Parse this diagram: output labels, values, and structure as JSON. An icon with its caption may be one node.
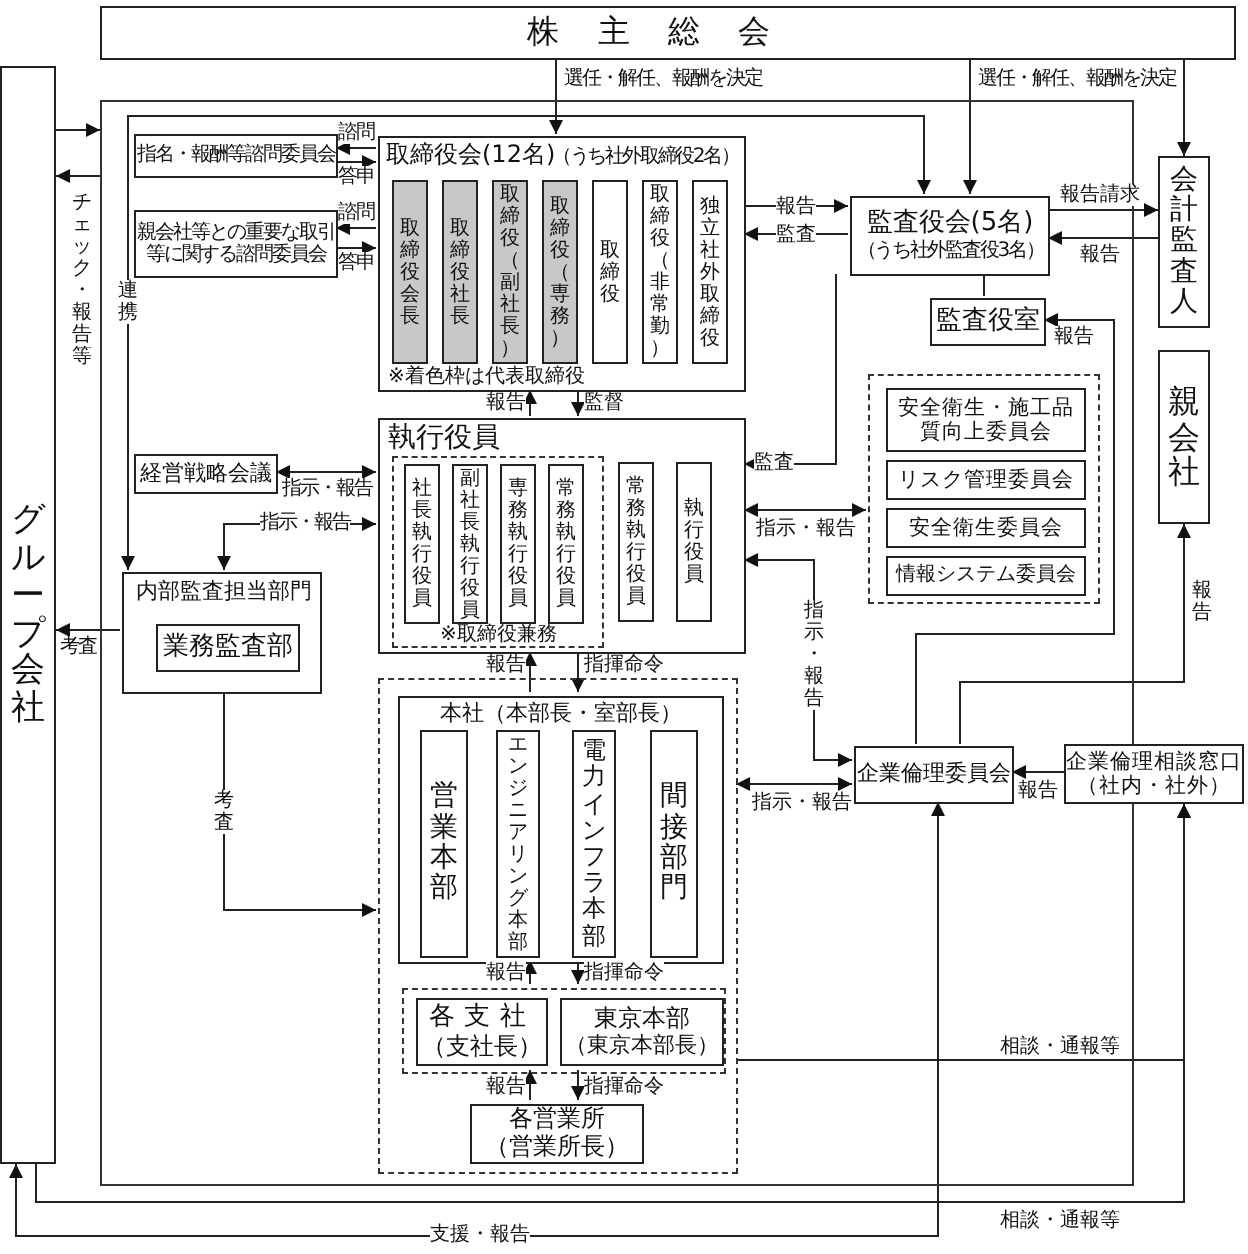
{
  "diagram": {
    "nodes": [
      {
        "text": [
          "株主総会"
        ]
      },
      {
        "text": [
          "グループ会社"
        ]
      },
      {
        "text": [],
        "shape": "box"
      },
      {
        "text": [
          "指名・報酬等諮問委員会"
        ],
        "in": 2
      },
      {
        "text": [
          "親会社等との重要な取引等に関する諮問委員会"
        ],
        "in": 2
      },
      {
        "text": [
          "取締役会(12名)",
          "（うち社外取締役2名）",
          "※着色枠は代表取締役"
        ],
        "in": 2
      },
      {
        "text": [
          "取締役会長"
        ],
        "in": 5
      },
      {
        "text": [
          "取締役社長"
        ],
        "in": 5
      },
      {
        "text": [
          "取締役（副社長）"
        ],
        "in": 5
      },
      {
        "text": [
          "取締役（専務）"
        ],
        "in": 5
      },
      {
        "text": [
          "取締役"
        ],
        "in": 5
      },
      {
        "text": [
          "取締役（非常勤）"
        ],
        "in": 5
      },
      {
        "text": [
          "独立社外取締役"
        ],
        "in": 5
      },
      {
        "text": [
          "監査役会(5名)",
          "（うち社外監査役3名）"
        ],
        "in": 2
      },
      {
        "text": [
          "監査役室"
        ],
        "in": 2
      },
      {
        "text": [
          "会計監査人"
        ]
      },
      {
        "text": [
          "親会社"
        ]
      },
      {
        "text": [
          "経営戦略会議"
        ],
        "in": 2
      },
      {
        "text": [
          "執行役員"
        ],
        "in": 2
      },
      {
        "text": [
          "※取締役兼務"
        ],
        "in": 18
      },
      {
        "text": [
          "社長執行役員"
        ],
        "in": 19
      },
      {
        "text": [
          "副社長執行役員"
        ],
        "in": 19
      },
      {
        "text": [
          "専務執行役員"
        ],
        "in": 19
      },
      {
        "text": [
          "常務執行役員"
        ],
        "in": 19
      },
      {
        "text": [
          "常務執行役員"
        ],
        "in": 18
      },
      {
        "text": [
          "執行役員"
        ],
        "in": 18
      },
      {
        "text": [],
        "shape": "box",
        "in": 2
      },
      {
        "text": [
          "安全衛生・施工品質向上委員会"
        ],
        "in": 26
      },
      {
        "text": [
          "リスク管理委員会"
        ],
        "in": 26
      },
      {
        "text": [
          "安全衛生委員会"
        ],
        "in": 26
      },
      {
        "text": [
          "情報システム委員会"
        ],
        "in": 26
      },
      {
        "text": [
          "内部監査担当部門"
        ],
        "in": 2
      },
      {
        "text": [
          "業務監査部"
        ],
        "in": 31
      },
      {
        "text": [],
        "shape": "box",
        "in": 2
      },
      {
        "text": [
          "本社（本部長・室部長）"
        ],
        "in": 33
      },
      {
        "text": [
          "営業本部"
        ],
        "in": 34
      },
      {
        "text": [
          "エンジニアリング本部"
        ],
        "in": 34
      },
      {
        "text": [
          "電力インフラ本部"
        ],
        "in": 34
      },
      {
        "text": [
          "間接部門"
        ],
        "in": 34
      },
      {
        "text": [],
        "shape": "box",
        "in": 33
      },
      {
        "text": [
          "各支社",
          "（支社長）"
        ],
        "in": 39
      },
      {
        "text": [
          "東京本部",
          "（東京本部長）"
        ],
        "in": 39
      },
      {
        "text": [
          "各営業所",
          "（営業所長）"
        ],
        "in": 33
      },
      {
        "text": [
          "企業倫理委員会"
        ],
        "in": 2
      },
      {
        "text": [
          "企業倫理相談窓口",
          "（社内・社外）"
        ]
      }
    ],
    "edges": [
      {
        "from": 0,
        "to": 5,
        "arrow": "to",
        "label": "選任・解任、報酬を決定"
      },
      {
        "from": 0,
        "to": 13,
        "arrow": "to",
        "label": "選任・解任、報酬を決定"
      },
      {
        "from": 0,
        "to": 15,
        "arrow": "to"
      },
      {
        "from": 1,
        "to": 2,
        "arrow": "to"
      },
      {
        "from": 2,
        "to": 1,
        "arrow": "to",
        "label": "チェック・報告等"
      },
      {
        "from": 5,
        "to": 3,
        "arrow": "to",
        "label": "諮問"
      },
      {
        "from": 3,
        "to": 5,
        "arrow": "to",
        "label": "答申"
      },
      {
        "from": 5,
        "to": 4,
        "arrow": "to",
        "label": "諮問"
      },
      {
        "from": 4,
        "to": 5,
        "arrow": "to",
        "label": "答申"
      },
      {
        "from": 5,
        "to": 13,
        "arrow": "to",
        "label": "報告"
      },
      {
        "from": 13,
        "to": 5,
        "arrow": "to",
        "label": "監査"
      },
      {
        "from": 13,
        "to": 15,
        "arrow": "to",
        "label": "報告請求"
      },
      {
        "from": 15,
        "to": 13,
        "arrow": "to",
        "label": "報告"
      },
      {
        "from": 13,
        "to": 14,
        "arrow": "none"
      },
      {
        "from": 13,
        "to": 31,
        "arrow": "both",
        "label": "連携"
      },
      {
        "from": 18,
        "to": 5,
        "arrow": "to",
        "label": "報告"
      },
      {
        "from": 5,
        "to": 18,
        "arrow": "to",
        "label": "監督"
      },
      {
        "from": 17,
        "to": 18,
        "arrow": "both",
        "label": "指示・報告"
      },
      {
        "from": 31,
        "to": 18,
        "arrow": "both",
        "label": "指示・報告"
      },
      {
        "from": 31,
        "to": 1,
        "arrow": "to",
        "label": "考査"
      },
      {
        "from": 31,
        "to": 33,
        "arrow": "to",
        "label": "考査"
      },
      {
        "from": 13,
        "to": 18,
        "arrow": "to",
        "label": "監査"
      },
      {
        "from": 18,
        "to": 26,
        "arrow": "both",
        "label": "指示・報告"
      },
      {
        "from": 43,
        "to": 18,
        "arrow": "both",
        "label": "指示・報告"
      },
      {
        "from": 33,
        "to": 43,
        "arrow": "both",
        "label": "指示・報告"
      },
      {
        "from": 44,
        "to": 43,
        "arrow": "to",
        "label": "報告"
      },
      {
        "from": 43,
        "to": 14,
        "arrow": "to",
        "label": "報告"
      },
      {
        "from": 43,
        "to": 16,
        "arrow": "to",
        "label": "報告"
      },
      {
        "from": 34,
        "to": 18,
        "arrow": "to",
        "label": "報告"
      },
      {
        "from": 18,
        "to": 34,
        "arrow": "to",
        "label": "指揮命令"
      },
      {
        "from": 39,
        "to": 34,
        "arrow": "to",
        "label": "報告"
      },
      {
        "from": 34,
        "to": 39,
        "arrow": "to",
        "label": "指揮命令"
      },
      {
        "from": 42,
        "to": 39,
        "arrow": "to",
        "label": "報告"
      },
      {
        "from": 39,
        "to": 42,
        "arrow": "to",
        "label": "指揮命令"
      },
      {
        "from": 33,
        "to": 44,
        "arrow": "to",
        "label": "相談・通報等"
      },
      {
        "from": 1,
        "to": 44,
        "arrow": "to",
        "label": "相談・通報等"
      },
      {
        "from": 43,
        "to": 1,
        "arrow": "both",
        "label": "支援・報告"
      }
    ]
  }
}
